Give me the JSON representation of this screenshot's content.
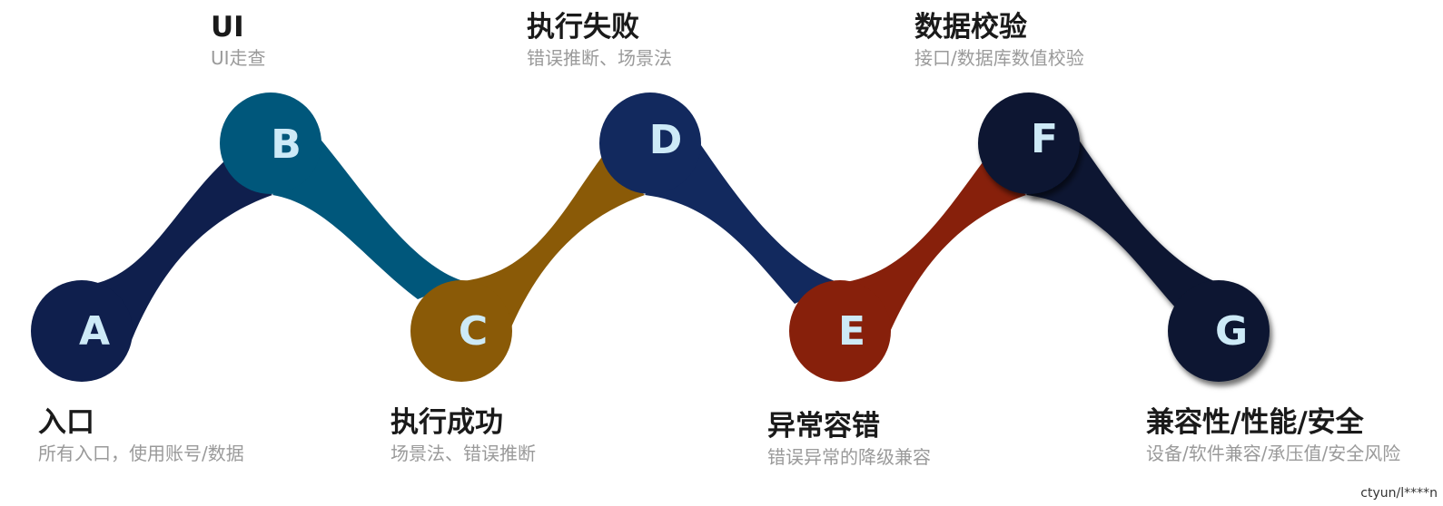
{
  "colors": {
    "A": "#0f1f4d",
    "B": "#00577b",
    "C": "#8a5a07",
    "D": "#12295e",
    "E": "#87200b",
    "F": "#0a1632",
    "G": "#0b1631",
    "letter": "#cdeaf7",
    "title": "#1a1a1a",
    "desc": "#9a9a9a"
  },
  "nodes": [
    {
      "letter": "A",
      "title": "入口",
      "desc": "所有入口，使用账号/数据"
    },
    {
      "letter": "B",
      "title": "UI",
      "desc": "UI走查"
    },
    {
      "letter": "C",
      "title": "执行成功",
      "desc": "场景法、错误推断"
    },
    {
      "letter": "D",
      "title": "执行失败",
      "desc": "错误推断、场景法"
    },
    {
      "letter": "E",
      "title": "异常容错",
      "desc": "错误异常的降级兼容"
    },
    {
      "letter": "F",
      "title": "数据校验",
      "desc": "接口/数据库数值校验"
    },
    {
      "letter": "G",
      "title": "兼容性/性能/安全",
      "desc": "设备/软件兼容/承压值/安全风险"
    }
  ],
  "watermark": "ctyun/l****n"
}
